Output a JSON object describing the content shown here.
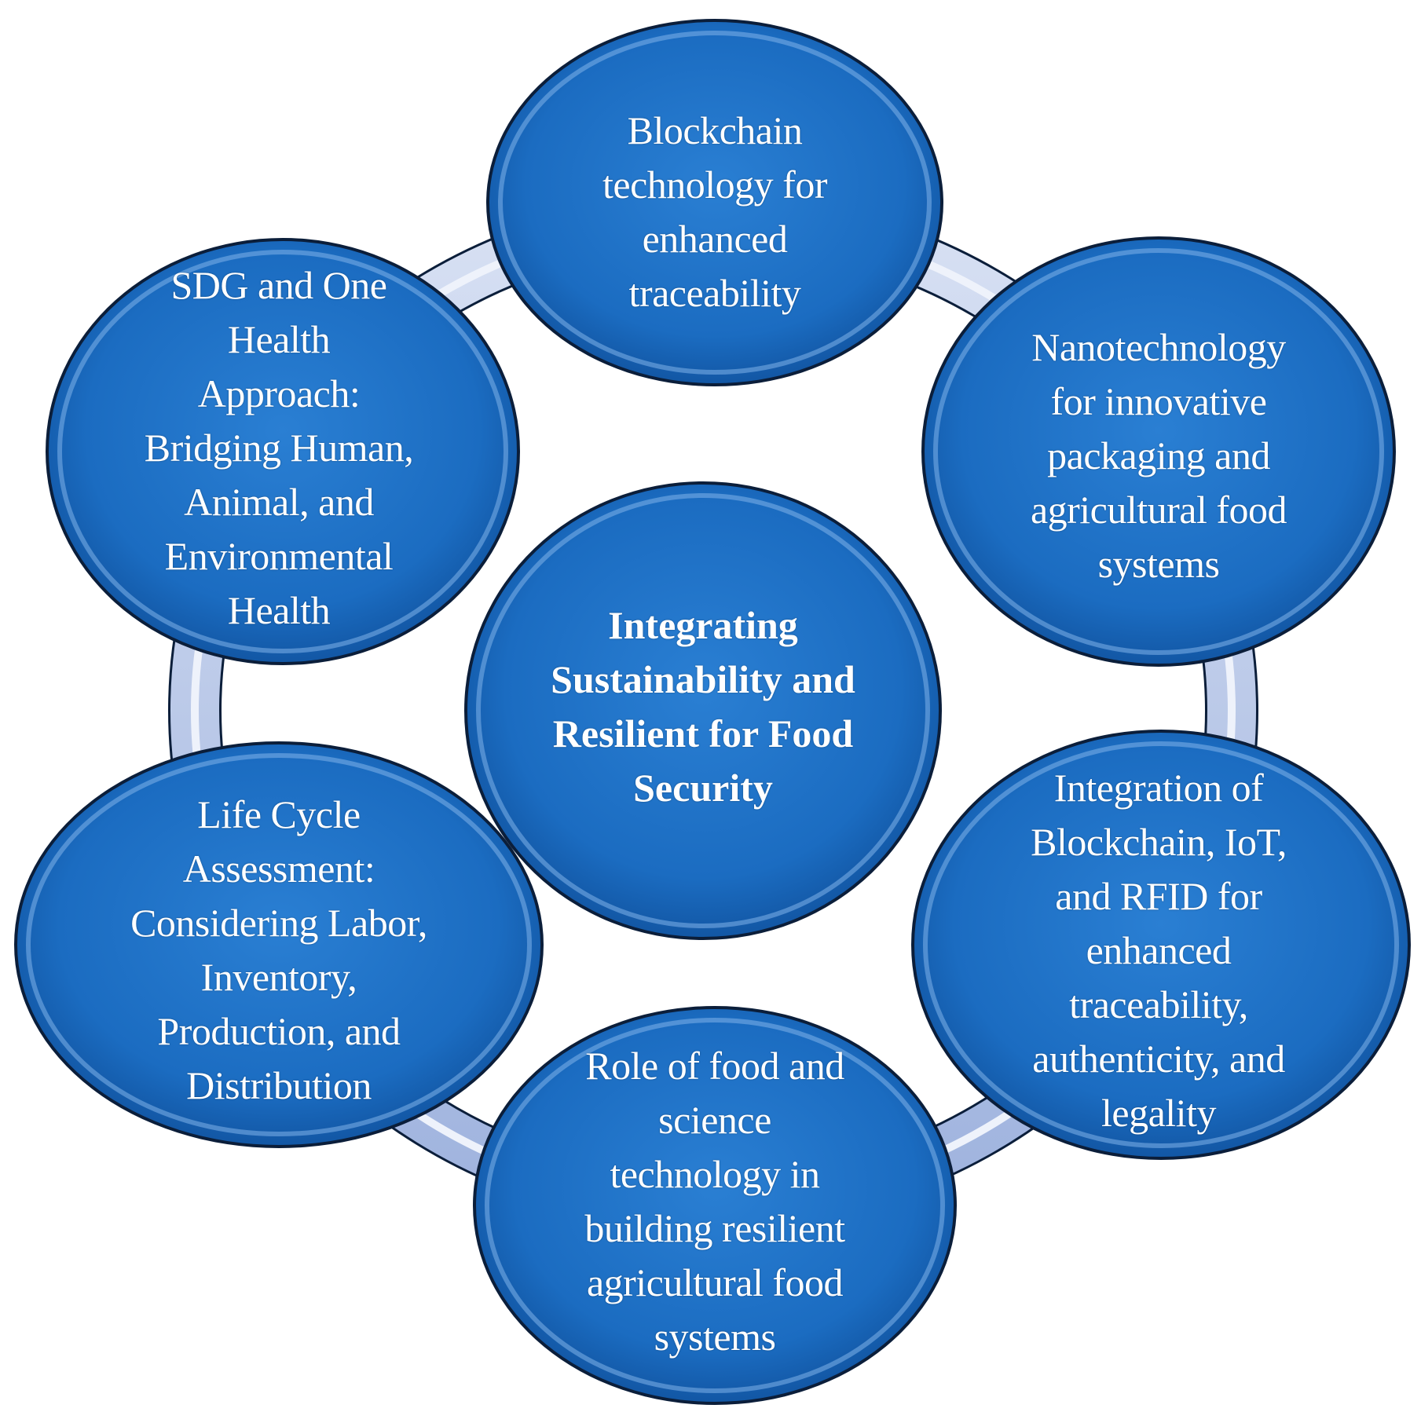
{
  "diagram": {
    "center": {
      "label": "Integrating\nSustainability and\nResilient for Food\nSecurity"
    },
    "nodes": [
      {
        "id": "blockchain-traceability",
        "label": "Blockchain\ntechnology for\nenhanced\ntraceability"
      },
      {
        "id": "nanotechnology-packaging",
        "label": "Nanotechnology\nfor innovative\npackaging and\nagricultural food\nsystems"
      },
      {
        "id": "integration-blockchain-iot-rfid",
        "label": "Integration of\nBlockchain, IoT,\nand RFID for\nenhanced\ntraceability,\nauthenticity, and\nlegality"
      },
      {
        "id": "role-food-science-technology",
        "label": "Role of food and\nscience\ntechnology in\nbuilding resilient\nagricultural food\nsystems"
      },
      {
        "id": "life-cycle-assessment",
        "label": "Life Cycle\nAssessment:\nConsidering Labor,\nInventory,\nProduction, and\nDistribution"
      },
      {
        "id": "sdg-one-health",
        "label": "SDG and One\nHealth\nApproach:\nBridging Human,\nAnimal, and\nEnvironmental\nHealth"
      }
    ],
    "colors": {
      "circle_fill": "#1f6fc4",
      "circle_fill_dark": "#0f4f9a",
      "circle_outline": "#0b1e3a",
      "ring_color": "#b8c6e8",
      "text": "#ffffff"
    }
  }
}
